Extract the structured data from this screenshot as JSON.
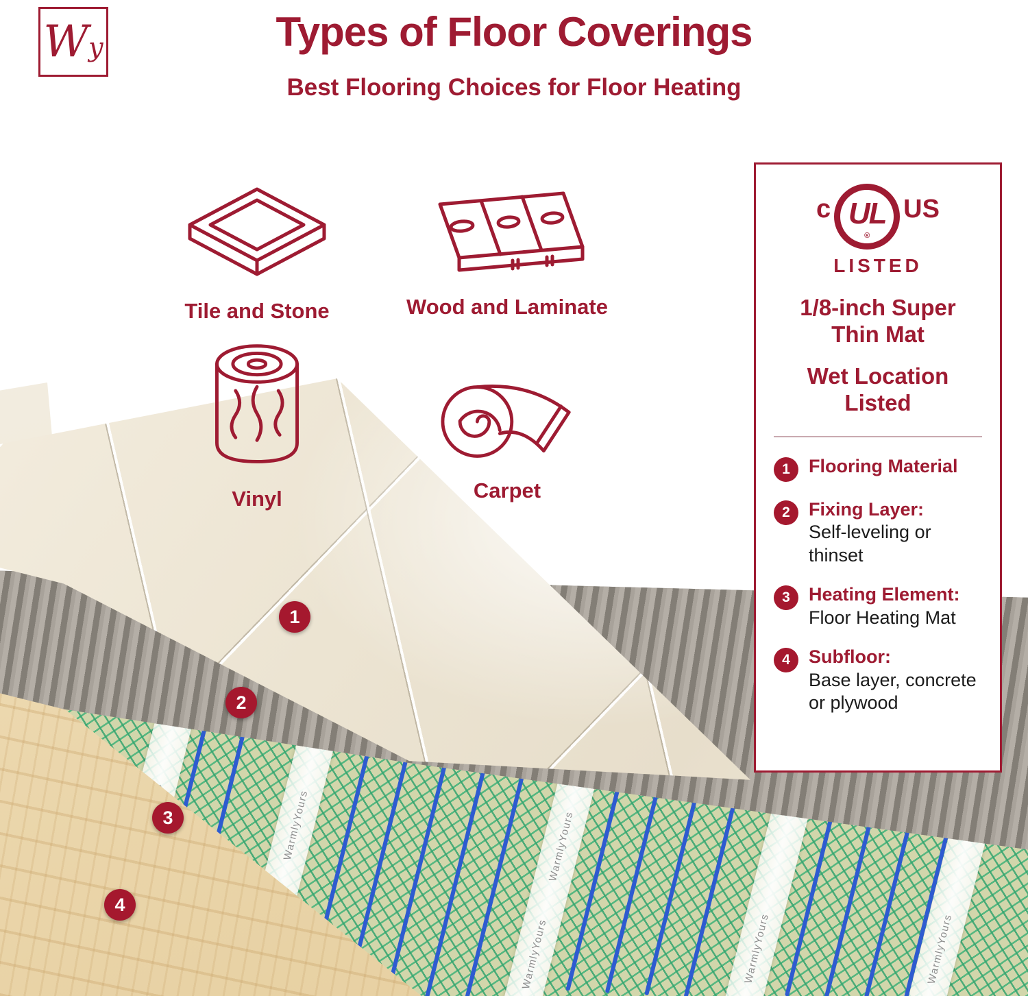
{
  "colors": {
    "brand_red": "#9E1B32",
    "badge_red": "#a5182e",
    "text_dark": "#1b1b1b",
    "mat_green": "#2e9a64",
    "cable_blue": "#2e5bd0",
    "thinset_gray": "#9b968e",
    "wood_tan": "#eed9ad",
    "tile_cream": "#f0e9da"
  },
  "header": {
    "logo_text": "Wy",
    "title": "Types of Floor Coverings",
    "subtitle": "Best Flooring Choices for Floor Heating"
  },
  "flooring_types": [
    {
      "label": "Tile and Stone",
      "icon": "tile-and-stone-icon"
    },
    {
      "label": "Wood and Laminate",
      "icon": "wood-and-laminate-icon"
    },
    {
      "label": "Vinyl",
      "icon": "vinyl-roll-icon"
    },
    {
      "label": "Carpet",
      "icon": "carpet-roll-icon"
    }
  ],
  "info_panel": {
    "certification": {
      "left": "c",
      "mark": "UL",
      "right": "US",
      "registered": "®",
      "listed": "LISTED"
    },
    "headline_1": "1/8-inch Super Thin Mat",
    "headline_2": "Wet Location Listed",
    "layers": [
      {
        "number": "1",
        "title": "Flooring Material",
        "description": ""
      },
      {
        "number": "2",
        "title": "Fixing Layer:",
        "description": "Self-leveling or thinset"
      },
      {
        "number": "3",
        "title": "Heating Element:",
        "description": "Floor Heating Mat"
      },
      {
        "number": "4",
        "title": "Subfloor:",
        "description": "Base layer, concrete or plywood"
      }
    ]
  },
  "diagram_markers": [
    "1",
    "2",
    "3",
    "4"
  ],
  "brand_watermark": "WarmlyYours"
}
